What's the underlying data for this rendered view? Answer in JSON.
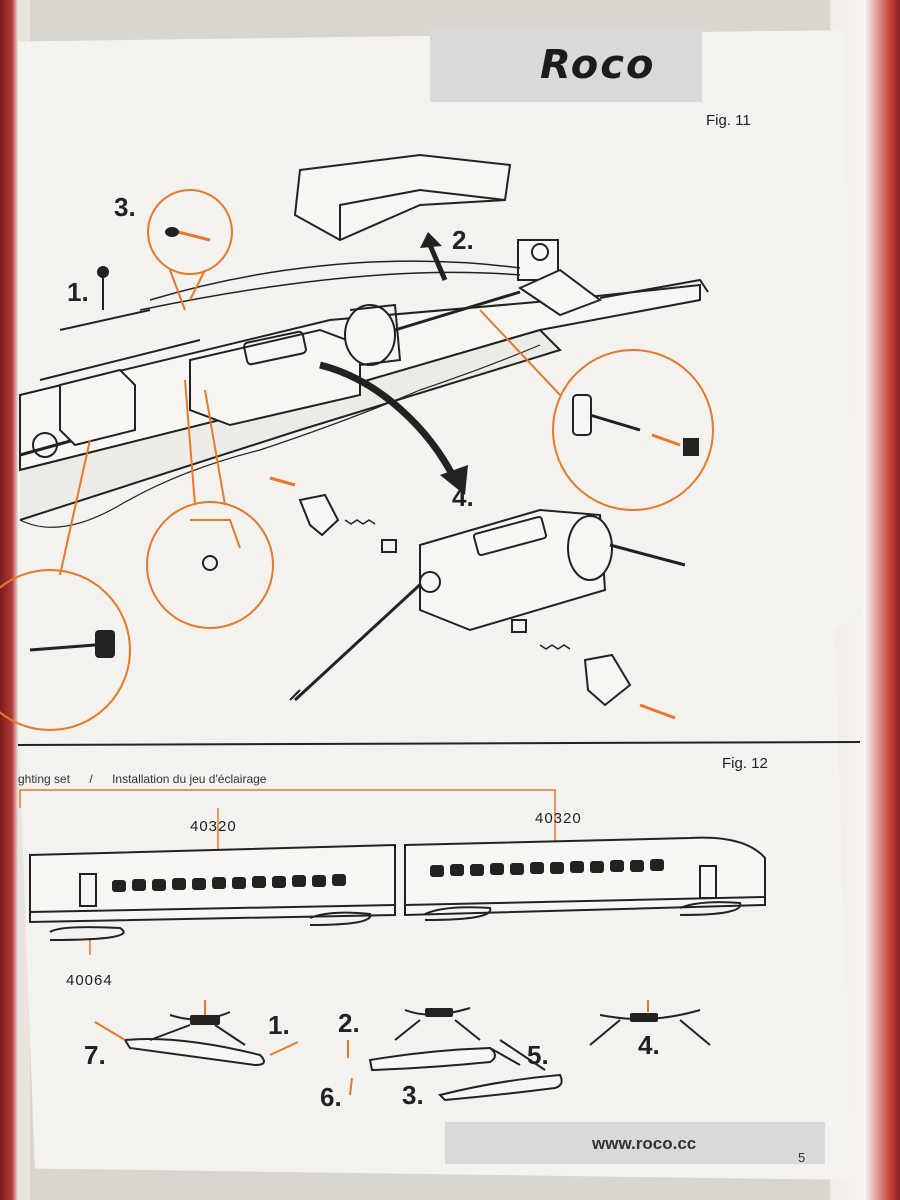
{
  "brand": {
    "logo_text": "Roco"
  },
  "fig11": {
    "label": "Fig. 11",
    "steps": [
      "1.",
      "2.",
      "3.",
      "4."
    ]
  },
  "fig12": {
    "label": "Fig. 12",
    "caption_left": "ghting set",
    "caption_sep": "/",
    "caption_right": "Installation du jeu d'éclairage",
    "part_car1": "40320",
    "part_car2": "40320",
    "part_bogie": "40064",
    "steps": [
      "1.",
      "2.",
      "3.",
      "4.",
      "5.",
      "6.",
      "7."
    ]
  },
  "footer": {
    "url": "www.roco.cc",
    "page": "5"
  },
  "colors": {
    "accent": "#e8782a",
    "ink": "#222222",
    "header_bg": "#d9d9d7"
  }
}
